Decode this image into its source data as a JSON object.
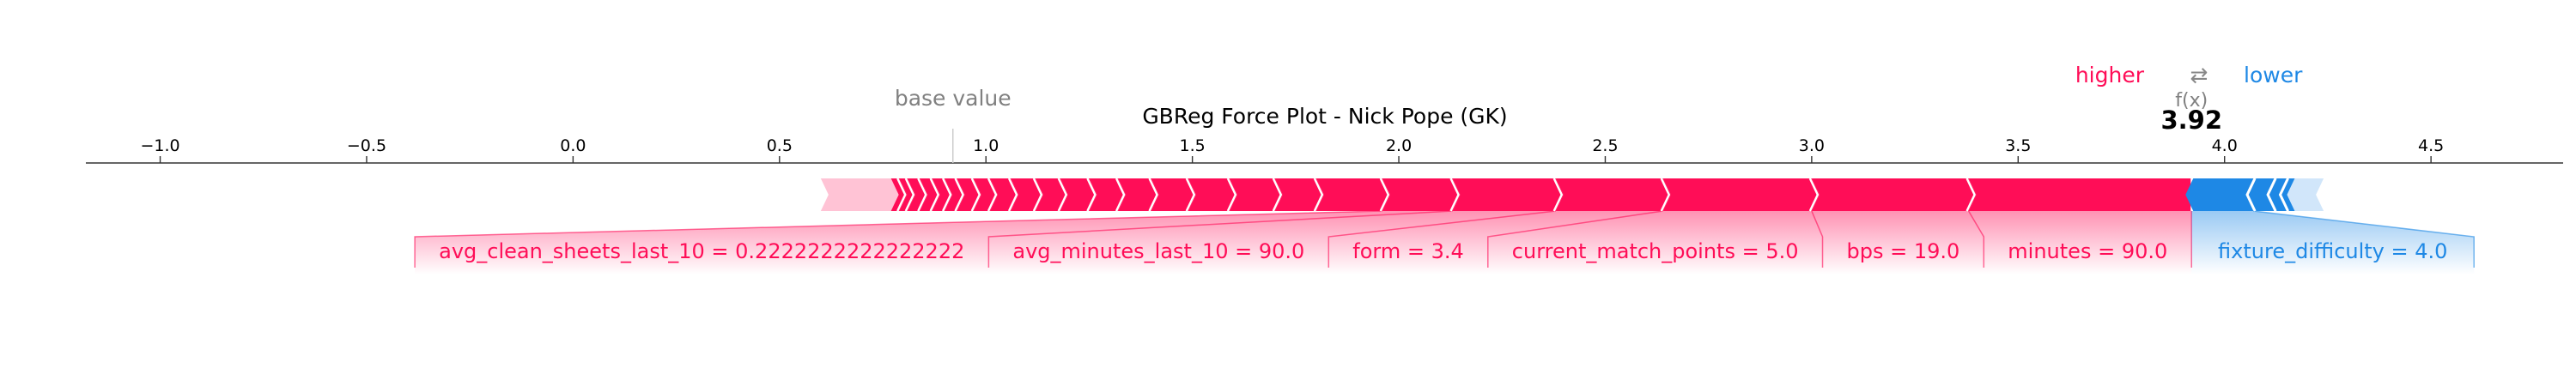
{
  "chart_data": {
    "type": "force",
    "title": "GBReg Force Plot - Nick Pope (GK)",
    "base_value_label": "base value",
    "output_label": "f(x)",
    "output_value": 3.92,
    "output_value_text": "3.92",
    "base_value": 0.92,
    "xlim": [
      -1.18,
      4.82
    ],
    "x_ticks": [
      {
        "value": -1.0,
        "label": "−1.0"
      },
      {
        "value": -0.5,
        "label": "−0.5"
      },
      {
        "value": 0.0,
        "label": "0.0"
      },
      {
        "value": 0.5,
        "label": "0.5"
      },
      {
        "value": 1.0,
        "label": "1.0"
      },
      {
        "value": 1.5,
        "label": "1.5"
      },
      {
        "value": 2.0,
        "label": "2.0"
      },
      {
        "value": 2.5,
        "label": "2.5"
      },
      {
        "value": 3.0,
        "label": "3.0"
      },
      {
        "value": 3.5,
        "label": "3.5"
      },
      {
        "value": 4.0,
        "label": "4.0"
      },
      {
        "value": 4.5,
        "label": "4.5"
      }
    ],
    "legend": {
      "higher": "higher",
      "lower": "lower",
      "arrow": "⇄"
    },
    "colors": {
      "positive": "#ff0d57",
      "negative": "#1e88e5",
      "positive_light": "#ffc3d5",
      "negative_light": "#d1e6fa"
    },
    "positive_features": [
      {
        "label": "minutes = 90.0",
        "start": 3.92,
        "end": 3.38
      },
      {
        "label": "bps = 19.0",
        "start": 3.38,
        "end": 3.0
      },
      {
        "label": "current_match_points = 5.0",
        "start": 3.0,
        "end": 2.64
      },
      {
        "label": "form = 3.4",
        "start": 2.64,
        "end": 2.38
      },
      {
        "label": "avg_minutes_last_10 = 90.0",
        "start": 2.38,
        "end": 2.13
      },
      {
        "label": "avg_clean_sheets_last_10 = 0.2222222222222222",
        "start": 2.13,
        "end": 1.96
      },
      {
        "start": 1.96,
        "end": 1.8
      },
      {
        "start": 1.8,
        "end": 1.7
      },
      {
        "start": 1.7,
        "end": 1.59
      },
      {
        "start": 1.59,
        "end": 1.49
      },
      {
        "start": 1.49,
        "end": 1.4
      },
      {
        "start": 1.4,
        "end": 1.32
      },
      {
        "start": 1.32,
        "end": 1.25
      },
      {
        "start": 1.25,
        "end": 1.18
      },
      {
        "start": 1.18,
        "end": 1.12
      },
      {
        "start": 1.12,
        "end": 1.06
      },
      {
        "start": 1.06,
        "end": 1.01
      },
      {
        "start": 1.01,
        "end": 0.97
      },
      {
        "start": 0.97,
        "end": 0.93
      },
      {
        "start": 0.93,
        "end": 0.9
      },
      {
        "start": 0.9,
        "end": 0.87
      },
      {
        "start": 0.87,
        "end": 0.84
      },
      {
        "start": 0.84,
        "end": 0.81
      },
      {
        "start": 0.81,
        "end": 0.79
      },
      {
        "start": 0.79,
        "end": 0.77
      }
    ],
    "positive_tail_end": 0.6,
    "negative_features": [
      {
        "label": "fixture_difficulty = 4.0",
        "start": 3.92,
        "end": 4.07
      },
      {
        "start": 4.07,
        "end": 4.12
      },
      {
        "start": 4.12,
        "end": 4.15
      },
      {
        "start": 4.15,
        "end": 4.17
      }
    ],
    "negative_tail_end": 4.24
  }
}
